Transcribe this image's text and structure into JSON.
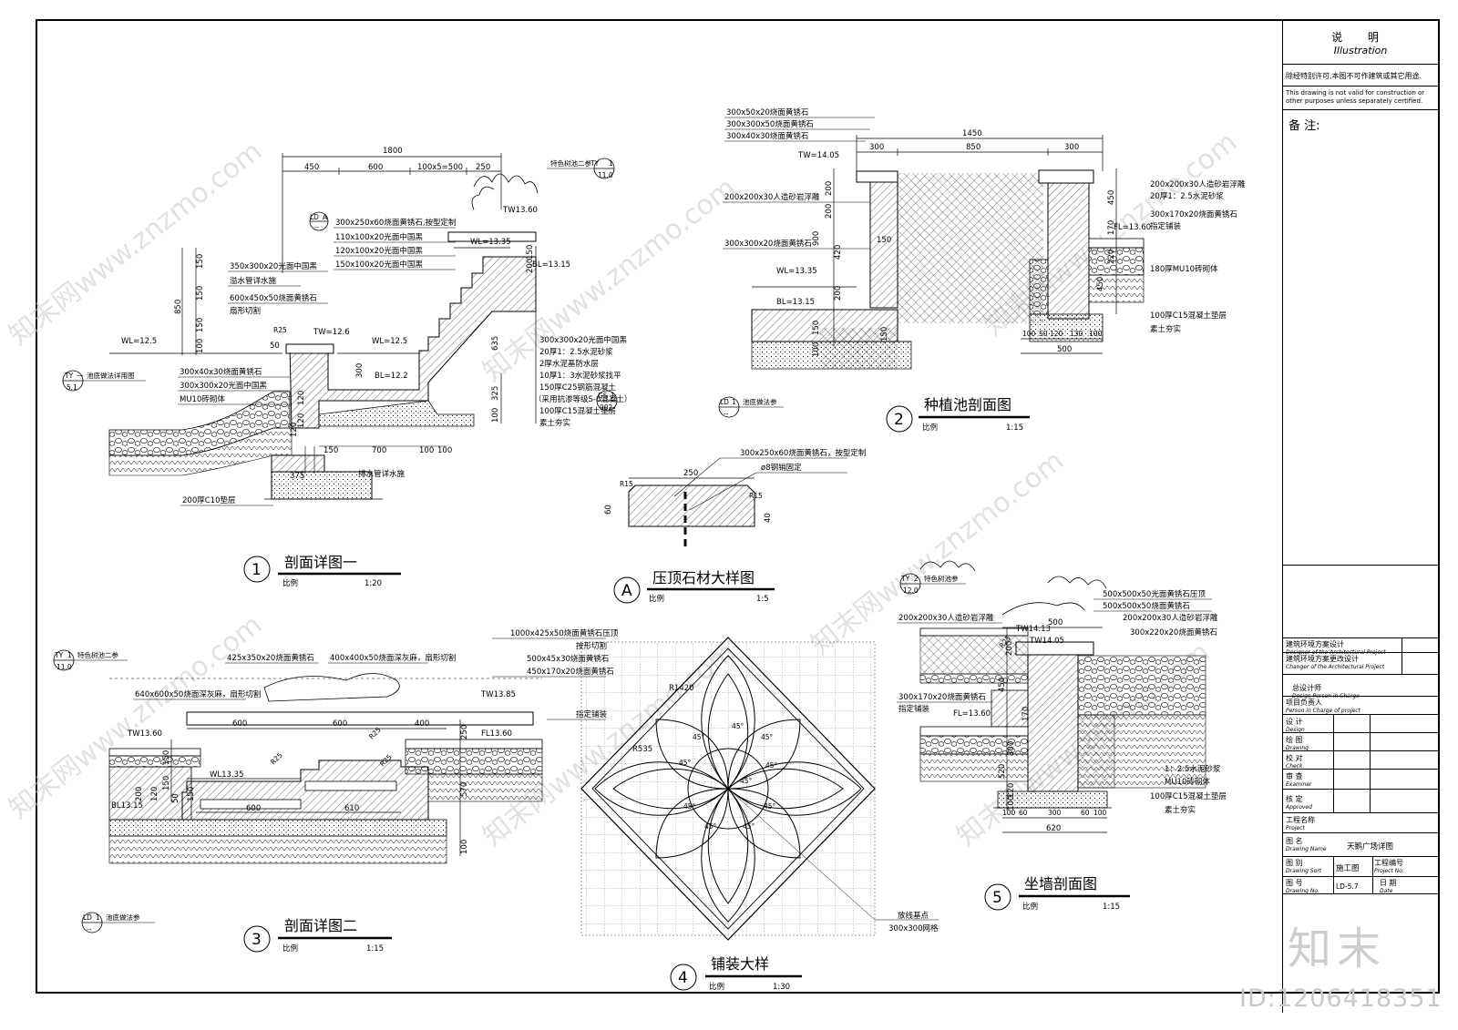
{
  "titleblock": {
    "heading_cn": "说 明",
    "heading_en": "Illustration",
    "warn_cn": "除经特别许可,本图不可作建筑或其它用途.",
    "warn_en_1": "This drawing is not valid for construction or",
    "warn_en_2": "other purposes unless separately certified.",
    "remarks": "备 注:",
    "designer_cn": "建筑环境方案设计",
    "designer_en": "Designer of the Architectural Project",
    "change_cn": "建筑环境方案更改设计",
    "change_en": "Changer of the Architectural Project",
    "chief_cn": "总设计师",
    "chief_en": "Design Person in Charge",
    "pm_cn": "项目负责人",
    "pm_en": "Person in Charge of project",
    "design_cn": "设 计",
    "design_en": "Design",
    "draw_cn": "绘 图",
    "draw_en": "Drawing",
    "check_cn": "校 对",
    "check_en": "Check",
    "exam_cn": "审 查",
    "exam_en": "Examiner",
    "approve_cn": "核 定",
    "approve_en": "Approved",
    "project_cn": "工程名称",
    "project_en": "Project",
    "dname_cn": "图 名",
    "dname_en": "Drawing Name",
    "dname_val": "天鹅广场详图",
    "sort_cn": "图 别",
    "sort_en": "Drawing Sort",
    "sort_val": "施工图",
    "projno_cn": "工程编号",
    "projno_en": "Project No.",
    "no_cn": "图 号",
    "no_en": "Drawing No.",
    "no_val": "LD-5.7",
    "date_cn": "日 期",
    "date_en": "Date"
  },
  "watermark": {
    "brand": "知末",
    "site": "知末网www.znzmo.com",
    "id": "ID:1206418351"
  },
  "details": {
    "d1": {
      "num": "1",
      "title": "剖面详图一",
      "scale_label": "比例",
      "scale": "1:20",
      "dims_top": [
        "1800",
        "450",
        "600",
        "100x5=500",
        "250"
      ],
      "dims_left": [
        "150",
        "150",
        "850",
        "150",
        "100"
      ],
      "dims_right": [
        "150",
        "200",
        "635",
        "325",
        "100"
      ],
      "dims_bottom": [
        "375",
        "150",
        "700",
        "100",
        "100"
      ],
      "levels": [
        "TW13.60",
        "WL=13.35",
        "BL=13.15",
        "WL=12.5",
        "TW=12.6",
        "WL=12.5",
        "BL=12.2"
      ],
      "ref_top": [
        "TY",
        "1",
        "11.0",
        "特色树池二参"
      ],
      "ref_a": [
        "LD",
        "A",
        "--"
      ],
      "ref_left": [
        "TY",
        "一",
        "5.1",
        "池底做法详用图"
      ],
      "ref_gs": [
        "GS",
        "1",
        "002"
      ],
      "notes_mid": [
        "300x250x60烧面黄锈石,按型定制",
        "110x100x20光面中国黑",
        "120x100x20光面中国黑",
        "150x100x20光面中国黑"
      ],
      "notes_left": [
        "350x300x20光面中国黑",
        "溢水管详水施",
        "600x450x50烧面黄锈石",
        "扇形切割",
        "R25"
      ],
      "notes_left2": [
        "300x40x30烧面黄锈石",
        "300x300x20光面中国黑",
        "MU10砖砌体"
      ],
      "notes_right": [
        "300x300x20光面中国黑",
        "20厚1：2.5水泥砂浆",
        "2厚水泥基防水层",
        "10厚1：3水泥砂浆找平",
        "150厚C25钢筋混凝土",
        "（采用抗渗等级S-6混凝土）",
        "100厚C15混凝土垫层",
        "素土夯实"
      ],
      "notes_bottom": [
        "排水管详水施",
        "200厚C10垫层"
      ],
      "dims_misc": [
        "120",
        "50",
        "120",
        "120",
        "300"
      ]
    },
    "d2": {
      "num": "2",
      "title": "种植池剖面图",
      "scale_label": "比例",
      "scale": "1:15",
      "dims_top": [
        "1450",
        "300",
        "850",
        "300"
      ],
      "dims_left": [
        "200",
        "200",
        "900",
        "420",
        "200",
        "150",
        "100"
      ],
      "dims_right": [
        "450",
        "170",
        "220",
        "450"
      ],
      "dims_bottom": [
        "100",
        "50",
        "120",
        "130",
        "100",
        "500"
      ],
      "dims_misc": [
        "150",
        "150"
      ],
      "levels": [
        "TW=14.05",
        "WL=13.35",
        "BL=13.15",
        "FL=13.60"
      ],
      "notes_left": [
        "300x50x20烧面黄锈石",
        "300x300x50烧面黄锈石",
        "300x40x30烧面黄锈石",
        "200x200x30人造砂岩浮雕",
        "300x300x20烧面黄锈石"
      ],
      "notes_right": [
        "200x200x30人造砂岩浮雕",
        "20厚1：2.5水泥砂浆",
        "300x170x20烧面黄锈石",
        "指定铺装",
        "180厚MU10砖砌体",
        "100厚C15混凝土垫层",
        "素土夯实"
      ],
      "ref": [
        "LD",
        "1",
        "--",
        "池底做法参"
      ]
    },
    "dA": {
      "num": "A",
      "title": "压顶石材大样图",
      "scale_label": "比例",
      "scale": "1:5",
      "dims": [
        "250",
        "60",
        "40",
        "R15",
        "R15"
      ],
      "notes": [
        "300x250x60烧面黄锈石，按型定制",
        "ø8钢销固定"
      ]
    },
    "d3": {
      "num": "3",
      "title": "剖面详图二",
      "scale_label": "比例",
      "scale": "1:15",
      "dims_top": [
        "600",
        "600",
        "400"
      ],
      "dims_bottom": [
        "600",
        "610"
      ],
      "dims_left": [
        "150",
        "150",
        "50",
        "200",
        "120",
        "150"
      ],
      "dims_right": [
        "250",
        "570",
        "100"
      ],
      "levels": [
        "TW13.60",
        "WL13.35",
        "BL13.15",
        "TW13.85",
        "FL13.60"
      ],
      "radii": [
        "R25",
        "R25",
        "R25"
      ],
      "notes_top": [
        "425x350x20烧面黄锈石",
        "400x400x50烧面深灰麻，扇形切割",
        "1000x425x50烧面黄锈石压顶",
        "按形切割",
        "500x45x30烧面黄锈石",
        "450x170x20烧面黄锈石",
        "640x600x50烧面深灰麻，扇形切割",
        "指定铺装"
      ],
      "ref_top": [
        "TY",
        "1",
        "11.0",
        "特色树池二参"
      ],
      "ref_bottom": [
        "LD",
        "1",
        "--",
        "池底做法参"
      ]
    },
    "d4": {
      "num": "4",
      "title": "铺装大样",
      "scale_label": "比例",
      "scale": "1:30",
      "dims": [
        "R1420",
        "R535",
        "45°",
        "45°",
        "45°",
        "45°",
        "45°",
        "45°",
        "45°",
        "45°",
        "45°",
        "45°"
      ],
      "notes": [
        "放线基点",
        "300x300网格"
      ]
    },
    "d5": {
      "num": "5",
      "title": "坐墙剖面图",
      "scale_label": "比例",
      "scale": "1:15",
      "dims_top": [
        "500"
      ],
      "dims_left": [
        "200",
        "450",
        "170",
        "300",
        "520",
        "120",
        "100"
      ],
      "dims_bottom": [
        "100",
        "60",
        "300",
        "60",
        "100",
        "620"
      ],
      "levels": [
        "TW14.13",
        "TW14.05",
        "FL=13.60",
        "R25"
      ],
      "notes_right": [
        "500x500x50光面黄锈石压顶",
        "500x500x50烧面黄锈石",
        "200x200x30人造砂岩浮雕",
        "300x220x20烧面黄锈石",
        "1：2.5水泥砂浆",
        "MU10砖砌体",
        "100厚C15混凝土垫层",
        "素土夯实"
      ],
      "notes_left": [
        "200x200x30人造砂岩浮雕",
        "300x170x20烧面黄锈石",
        "指定铺装"
      ],
      "ref": [
        "TY",
        "2",
        "12.0",
        "特色树池参"
      ]
    }
  }
}
